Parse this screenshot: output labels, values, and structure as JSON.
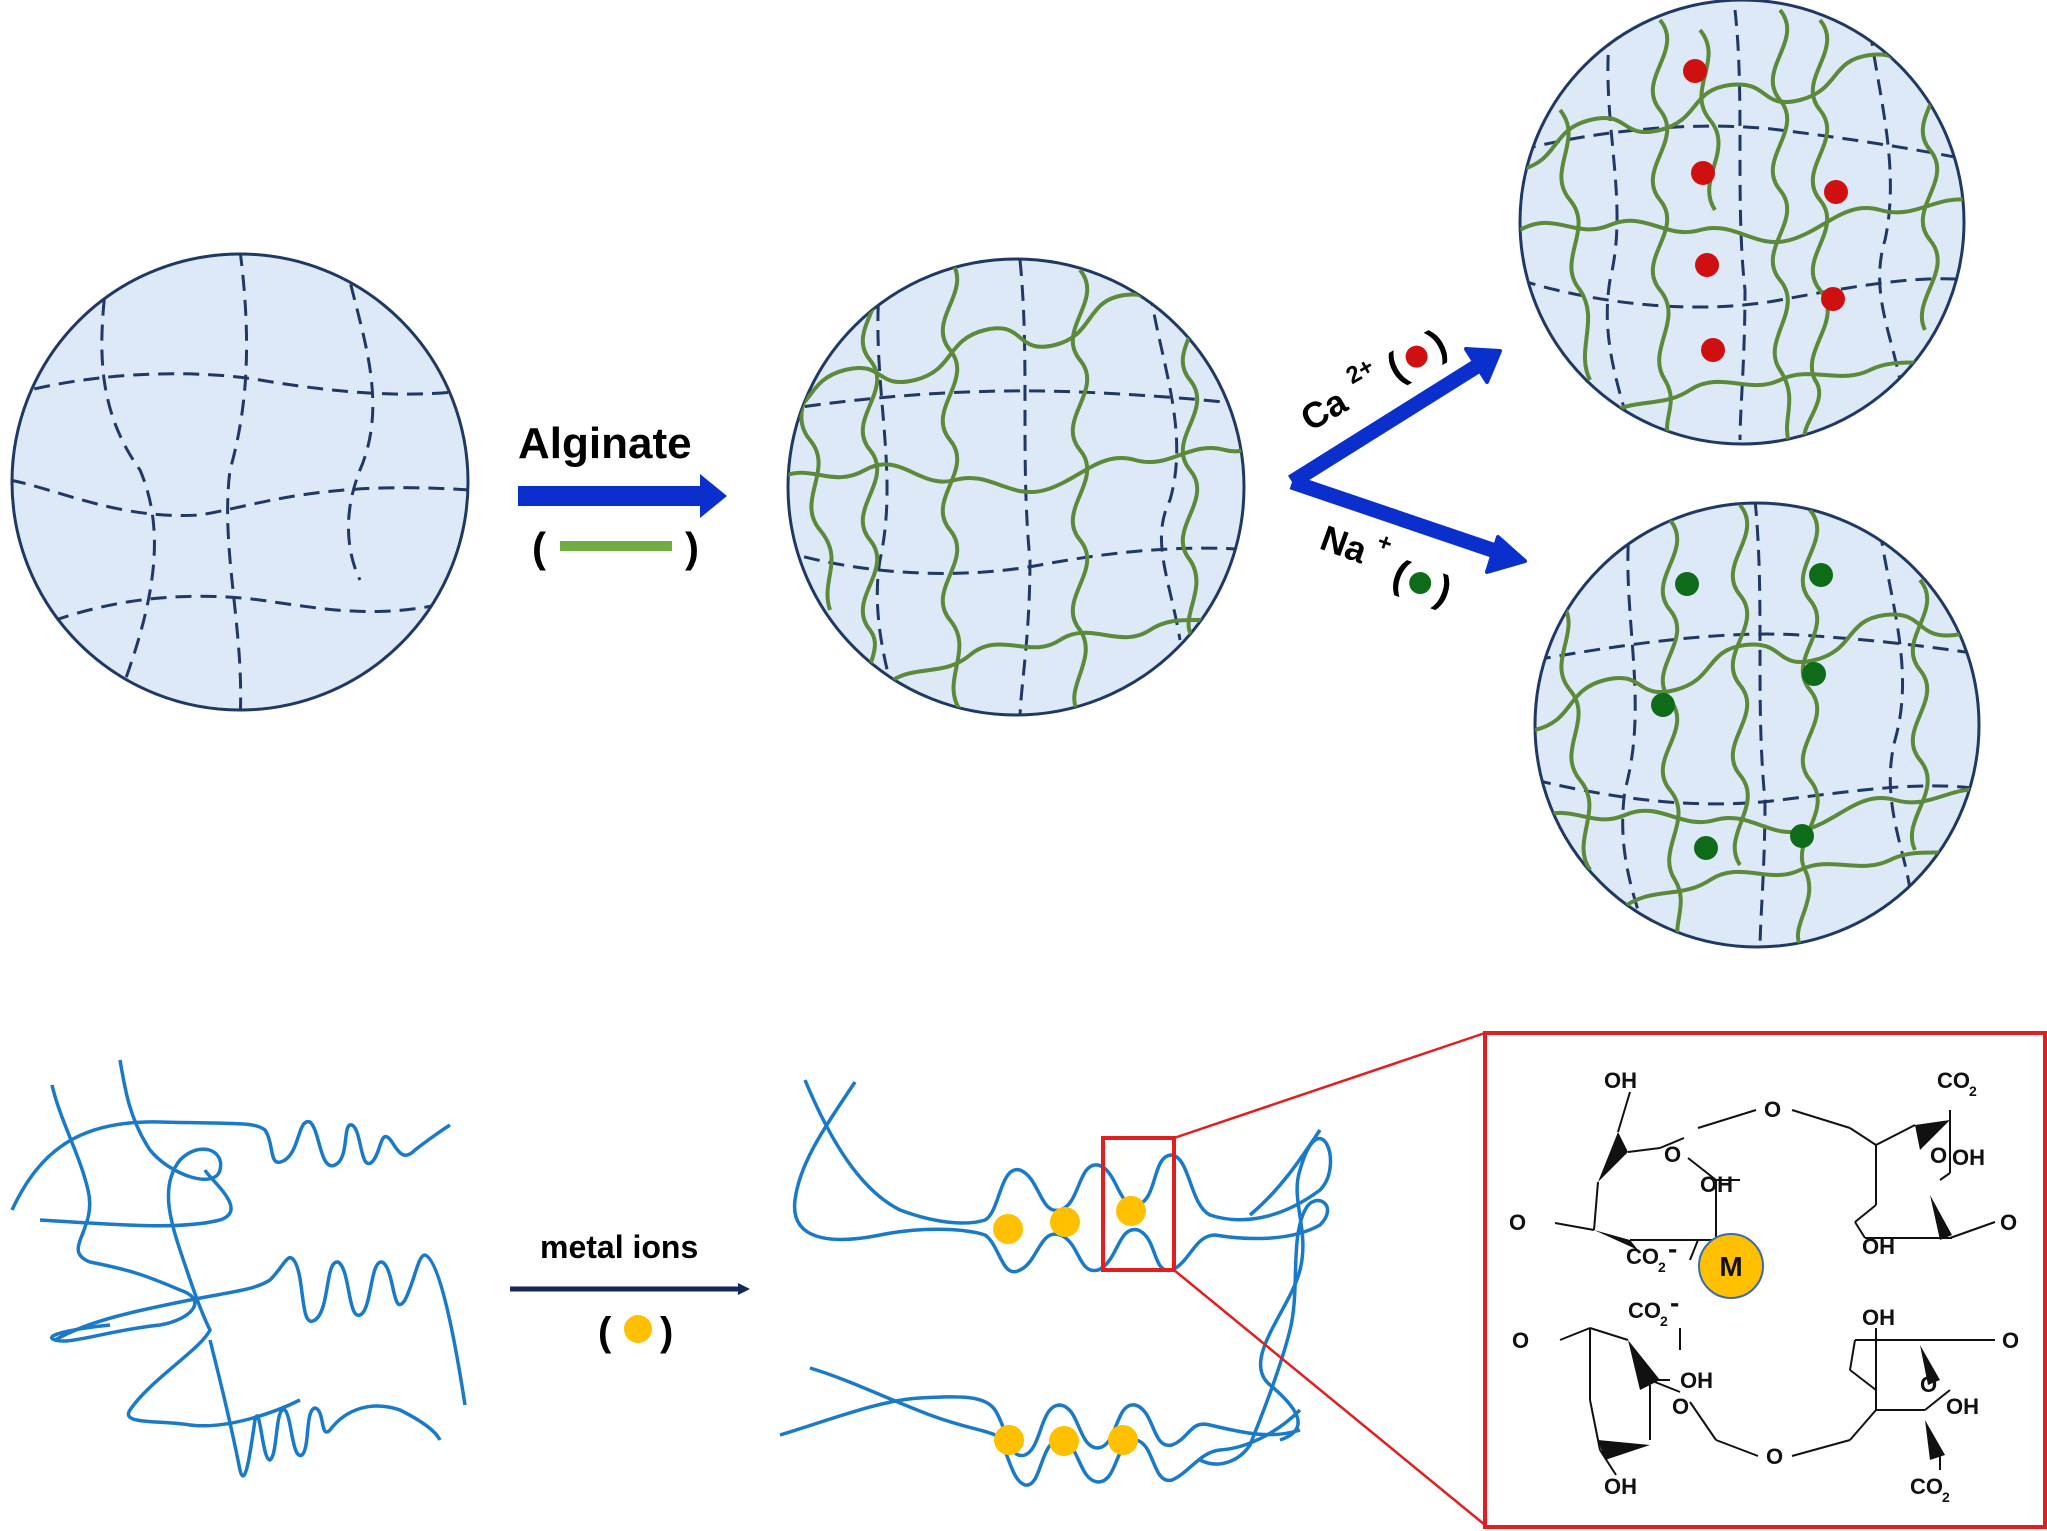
{
  "labels": {
    "alginate": "Alginate",
    "ca_symbol": "Ca",
    "ca_charge": "2+",
    "na_symbol": "Na",
    "na_charge": "+",
    "metal_ions": "metal ions",
    "paren_open": "(",
    "paren_close": ")"
  },
  "chem": {
    "oh": "OH",
    "o": "O",
    "co2": "CO",
    "sub2": "2",
    "minus": "-",
    "metal": "M"
  },
  "colors": {
    "bead_fill": "#dde9f6",
    "bead_stroke": "#1f3864",
    "alginate_green": "#5b8a3a",
    "legend_green": "#70ad47",
    "arrow_blue": "#0a2fcc",
    "ca_red": "#d01010",
    "na_green": "#0e6b1a",
    "chain_blue": "#1a7ac8",
    "metal_yellow": "#ffc000",
    "zoom_red": "#e02020",
    "dark_arrow": "#14285a"
  }
}
